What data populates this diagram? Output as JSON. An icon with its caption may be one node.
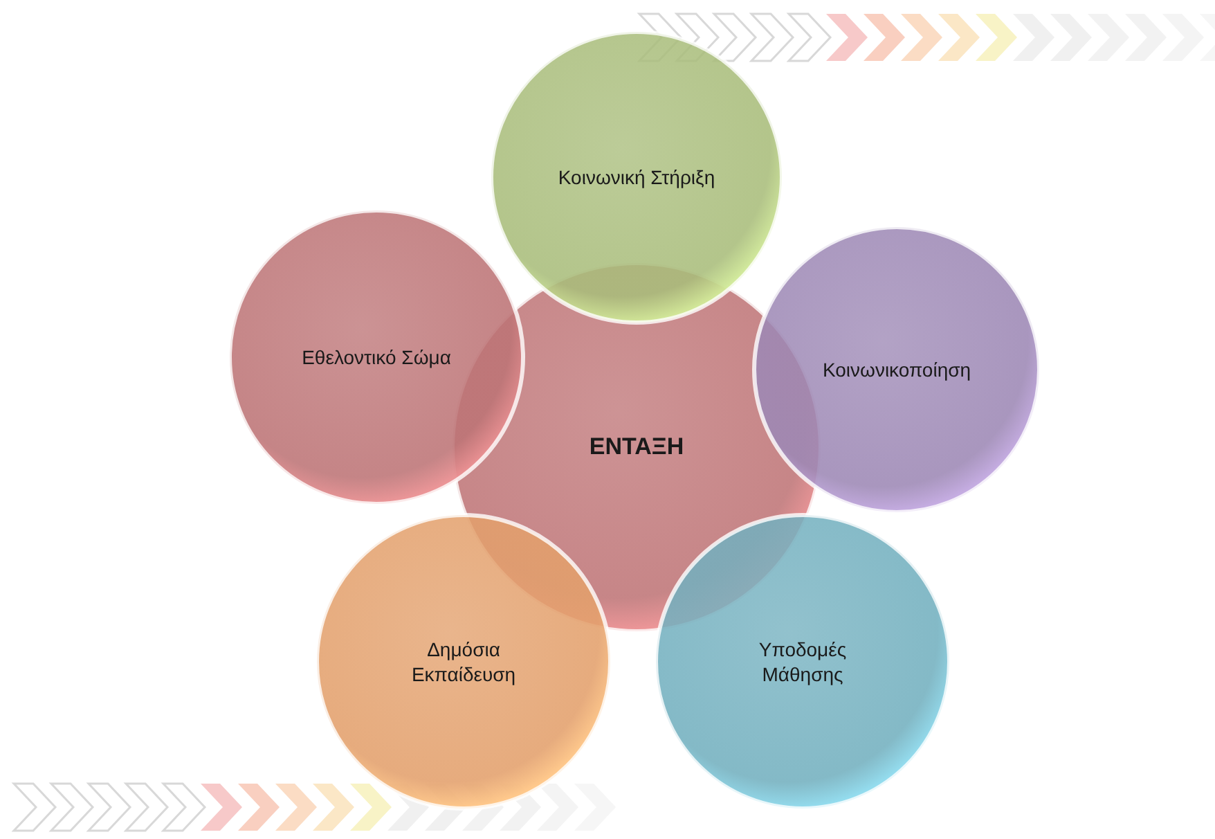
{
  "diagram": {
    "nodes": [
      {
        "text": [
          "ΕΝΤΑΞΗ"
        ]
      },
      {
        "text": [
          "Κοινωνική Στήριξη"
        ]
      },
      {
        "text": [
          "Εθελοντικό Σώμα"
        ]
      },
      {
        "text": [
          "Κοινωνικοποίηση"
        ]
      },
      {
        "text": [
          "Δημόσια Εκπαίδευση"
        ]
      },
      {
        "text": [
          "Υποδομές Μάθησης"
        ]
      }
    ]
  }
}
